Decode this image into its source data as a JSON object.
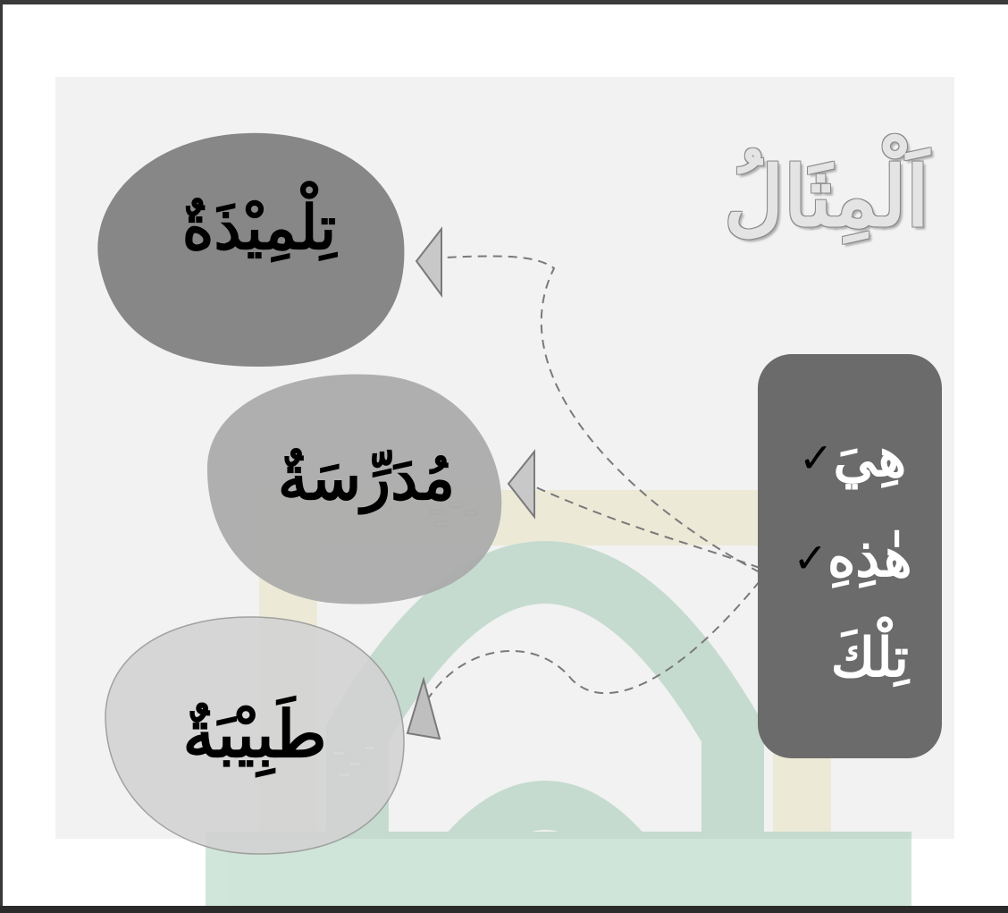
{
  "slide": {
    "title": "اَلْمِثَالُ",
    "demonstratives": [
      {
        "label": "هِيَ",
        "checked": true
      },
      {
        "label": "هٰذِهِ",
        "checked": true
      },
      {
        "label": "تِلْكَ",
        "checked": false
      }
    ],
    "examples": [
      {
        "word": "تِلْمِيْذَةٌ",
        "fill": "#878787"
      },
      {
        "word": "مُدَرِّسَةٌ",
        "fill": "#a9a9a9"
      },
      {
        "word": "طَبِيْبَةٌ",
        "fill": "#d3d3d3"
      }
    ],
    "check_icon": "check-mark-icon",
    "colors": {
      "panel": "#6b6b6b",
      "slide": "#f2f2f2",
      "arrow": "#c8c8c8"
    }
  }
}
